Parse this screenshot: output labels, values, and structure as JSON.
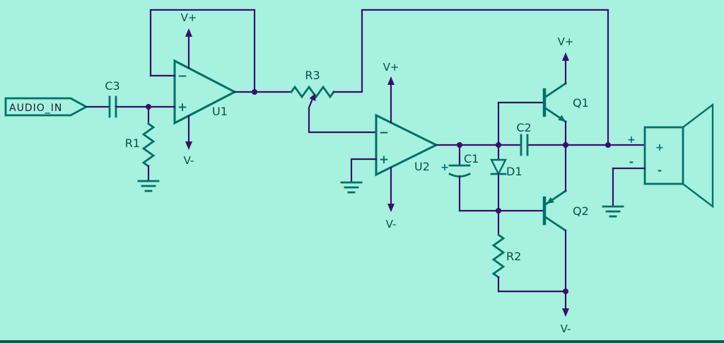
{
  "diagram": {
    "type": "circuit-schematic",
    "description": "Audio amplifier schematic with two op-amps, volume potentiometer and push-pull output stage driving a speaker",
    "colors": {
      "background": "#a7f1df",
      "wire": "#38106b",
      "component": "#00706a",
      "label": "#0b4f48"
    },
    "input": {
      "label": "AUDIO_IN"
    },
    "components": {
      "c3": {
        "ref": "C3"
      },
      "r1": {
        "ref": "R1"
      },
      "u1": {
        "ref": "U1",
        "inverting": "−",
        "noninverting": "+",
        "vplus": "V+",
        "vminus": "V-"
      },
      "r3": {
        "ref": "R3"
      },
      "u2": {
        "ref": "U2",
        "inverting": "−",
        "noninverting": "+",
        "vplus": "V+",
        "vminus": "V-"
      },
      "c1": {
        "ref": "C1",
        "polarity": "+"
      },
      "d1": {
        "ref": "D1"
      },
      "c2": {
        "ref": "C2"
      },
      "q1": {
        "ref": "Q1",
        "vplus": "V+"
      },
      "q2": {
        "ref": "Q2"
      },
      "r2": {
        "ref": "R2",
        "vminus": "V-"
      },
      "speaker": {
        "terminal_plus": "+",
        "terminal_minus": "-",
        "inner_plus": "+",
        "inner_minus": "-"
      }
    }
  }
}
